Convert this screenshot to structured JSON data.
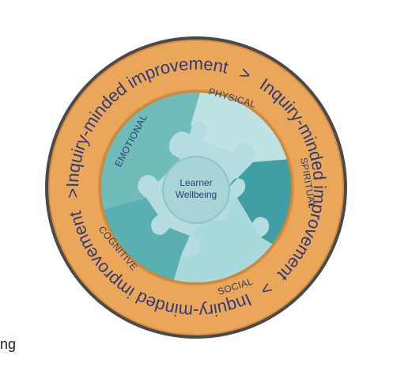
{
  "ring": {
    "segments": [
      "Inquiry-minded improvement",
      ">",
      "Inquiry-minded improvement",
      ">",
      "Inquiry-minded improvement",
      ">"
    ]
  },
  "pieces": {
    "emotional": "EMOTIONAL",
    "physical": "PHYSICAL",
    "spiritual": "SPIRITUAL",
    "social": "SOCIAL",
    "cognitive": "COGNITIVE"
  },
  "center": {
    "line1": "Learner",
    "line2": "Wellbeing"
  },
  "corner_fragment": "ng",
  "colors": {
    "ring": "#eaa75a",
    "ring_edge": "#d98f3e",
    "ring_text": "#2f3a78",
    "outer_rim": "#3a3a3a",
    "piece_dark": "#5fb5b4",
    "piece_light": "#b5dde0",
    "center": "#a8d6d8"
  }
}
